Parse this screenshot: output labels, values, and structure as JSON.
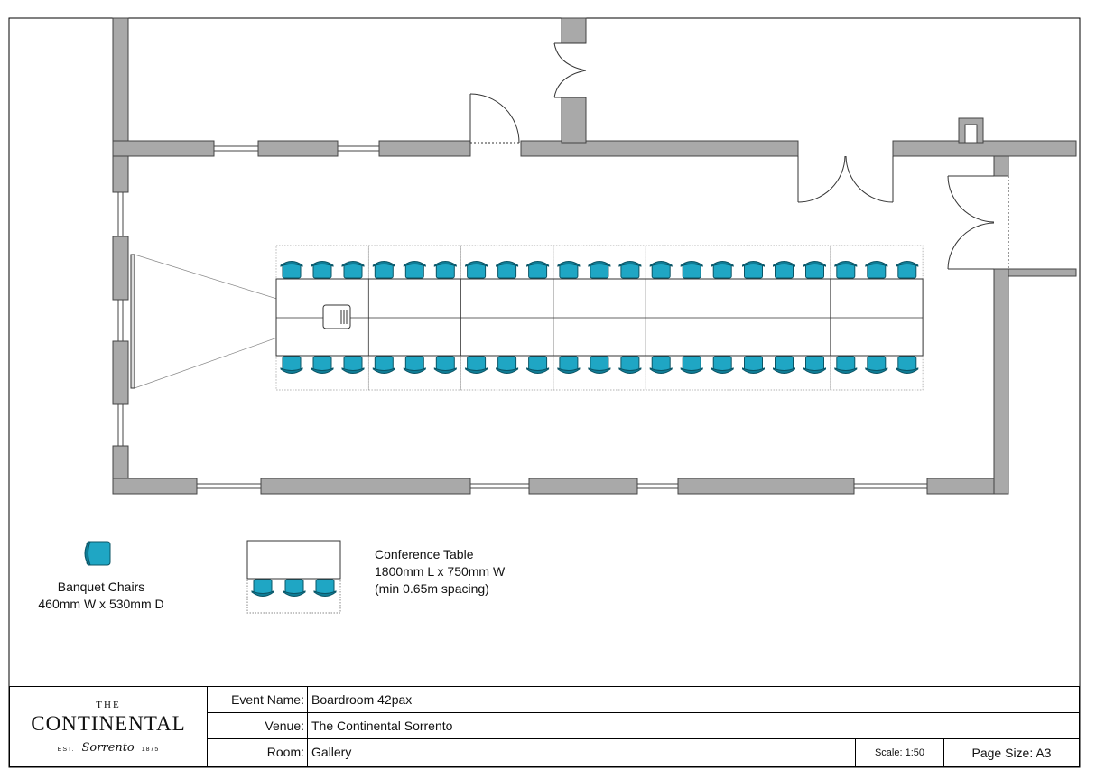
{
  "legend": {
    "chair_name": "Banquet Chairs",
    "chair_size": "460mm W x 530mm D",
    "table_name": "Conference Table",
    "table_size": "1800mm L x 750mm W",
    "table_spacing": "(min 0.65m spacing)"
  },
  "layout": {
    "table_count": 7,
    "chairs_per_side_per_table": 3,
    "total_chairs": 42
  },
  "logo": {
    "the": "THE",
    "brand": "CONTINENTAL",
    "est": "EST.",
    "script": "Sorrento",
    "year": "1875"
  },
  "title_block": {
    "event_label": "Event Name:",
    "event_value": "Boardroom 42pax",
    "venue_label": "Venue:",
    "venue_value": "The Continental Sorrento",
    "room_label": "Room:",
    "room_value": "Gallery",
    "scale": "Scale:  1:50",
    "page_size": "Page Size: A3"
  },
  "colors": {
    "wall_fill": "#a9a9a9",
    "chair_fill": "#1fa6c4",
    "chair_back": "#0f7d97",
    "line": "#333333"
  }
}
